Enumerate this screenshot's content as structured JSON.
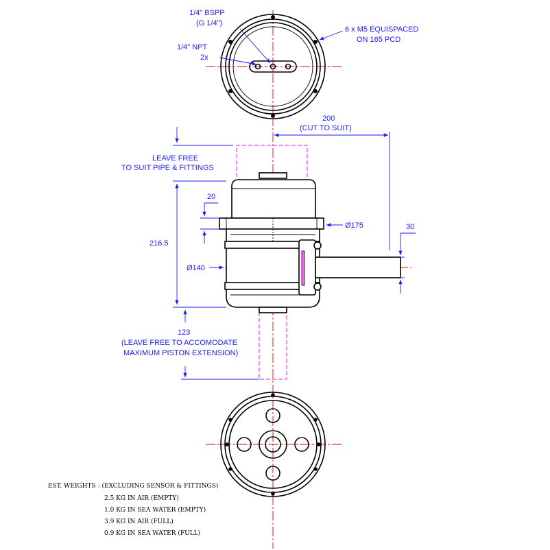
{
  "top_view": {
    "label_bspp": "1/4\" BSPP",
    "label_g": "(G 1/4\")",
    "label_npt": "1/4\" NPT",
    "label_npt_qty": "2x",
    "label_holes": "6 x M5 EQUISPACED",
    "label_pcd": "ON 165 PCD"
  },
  "side_view": {
    "dim_200": "200",
    "dim_200_note": "(CUT TO SUIT)",
    "leave_free_1": "LEAVE FREE",
    "leave_free_2": "TO SUIT PIPE & FITTINGS",
    "dim_20": "20",
    "dim_175": "Ø175",
    "dim_30": "30",
    "dim_216": "216.5",
    "dim_140": "Ø140",
    "dim_123": "123",
    "extension_1": "(LEAVE FREE TO ACCOMODATE",
    "extension_2": "MAXIMUM PISTON EXTENSION)"
  },
  "weights": {
    "heading": "EST. WEIGHTS : (EXCLUDING SENSOR & FITTINGS)",
    "lines": [
      "2.5 KG IN AIR (EMPTY)",
      "1.0 KG IN SEA WATER (EMPTY)",
      "3.9 KG IN AIR (FULL)",
      "0.9 KG IN SEA WATER (FULL)"
    ]
  },
  "colors": {
    "dimension": "#1a1aff",
    "centerline": "#e00000",
    "clearance": "#ff33ff",
    "outline": "#000000"
  }
}
